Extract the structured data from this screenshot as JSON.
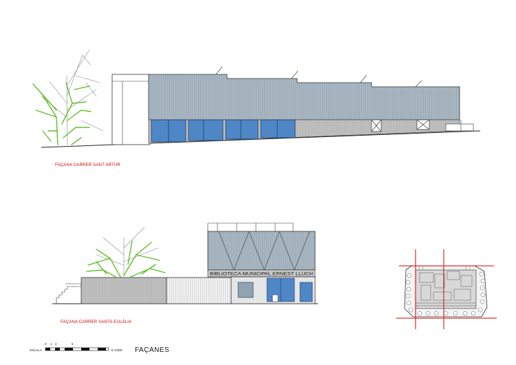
{
  "drawing": {
    "elevation_top": {
      "caption": "FAÇANA CARRER SANT ARTUR"
    },
    "elevation_bottom": {
      "caption": "FAÇANA CARRER SANTA EULÀLIA",
      "signage": "BIBLIOTECA MUNICIPAL ERNEST LLUCH"
    },
    "scale_bar": {
      "label": "ESCALA",
      "ticks": [
        "0",
        "1",
        "2",
        "5"
      ],
      "ratio": "E 1/300"
    },
    "sheet_title": "FAÇANES"
  },
  "colors": {
    "caption": "#d40000",
    "glazing": "#4f86c6",
    "cladding": "#9fb0bc",
    "plinth": "#b5b5b5",
    "tree": "#5fbf2a",
    "site_lines": "#d40000"
  }
}
